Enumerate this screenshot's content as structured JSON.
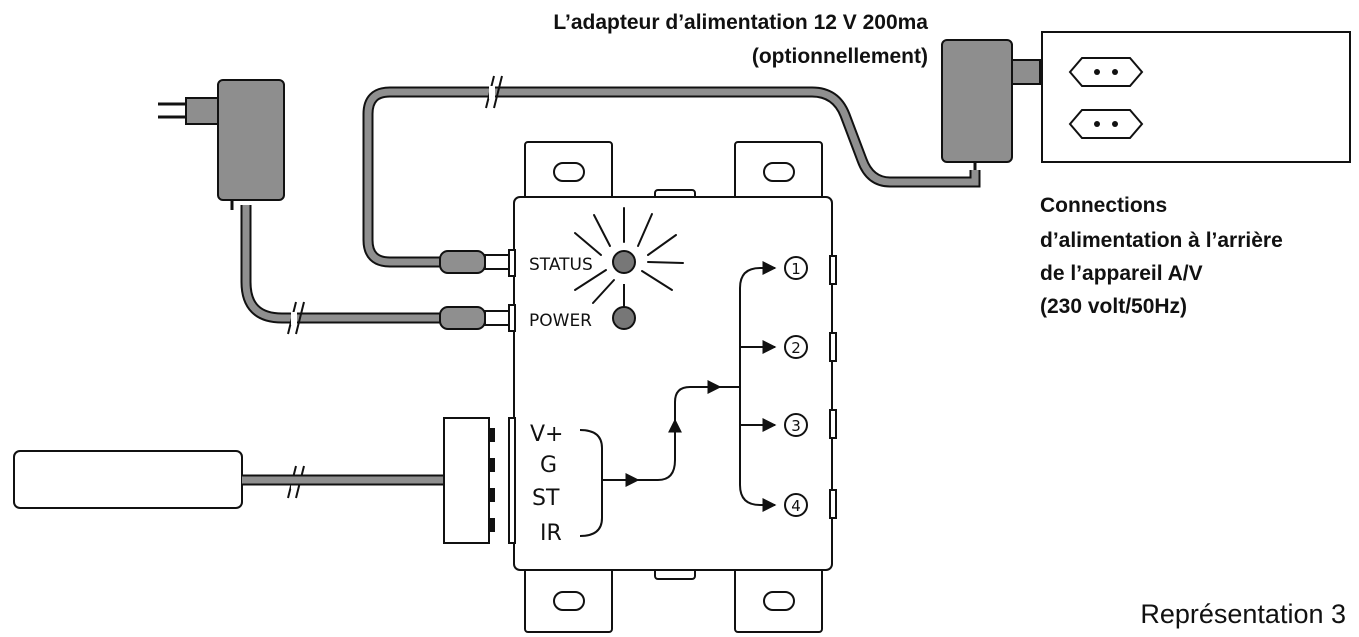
{
  "adapter_label": {
    "line1": "L’adapteur d’alimentation 12 V 200ma",
    "line2": "(optionnellement)"
  },
  "outlet_label": {
    "line1": "Connections",
    "line2": "d’alimentation à l’arrière",
    "line3": "de l’appareil A/V",
    "line4": "(230 volt/50Hz)"
  },
  "hub": {
    "status_label": "STATUS",
    "power_label": "POWER",
    "inputs": [
      "V+",
      "G",
      "ST",
      "IR"
    ],
    "outputs": [
      "1",
      "2",
      "3",
      "4"
    ]
  },
  "caption": "Représentation 3",
  "colors": {
    "cable_fill": "#8f8f8f",
    "adapter_fill": "#8e8e8e",
    "line": "#111111"
  }
}
